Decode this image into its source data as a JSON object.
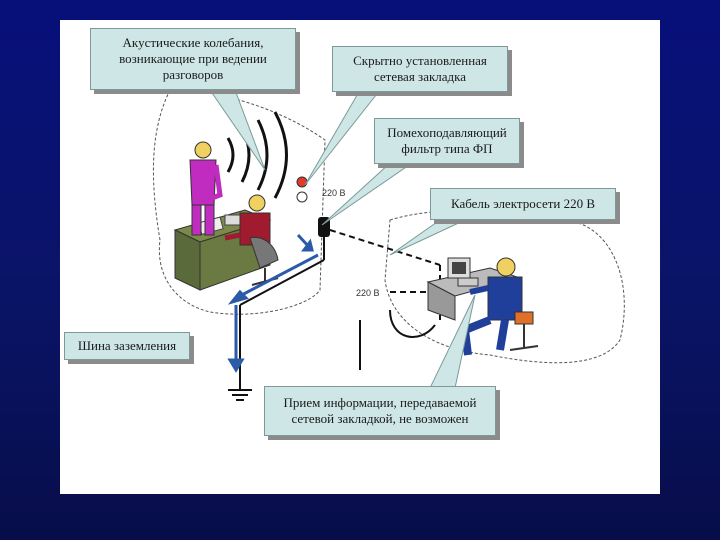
{
  "labels": {
    "acoustic": "Акустические колебания, возникающие при ведении разговоров",
    "hidden_bug": "Скрытно установленная сетевая закладка",
    "filter": "Помехоподавляющий фильтр типа ФП",
    "cable": "Кабель электросети 220 В",
    "ground_bus": "Шина заземления",
    "reception": "Прием информации, передаваемой сетевой закладкой, не возможен",
    "voltage_1": "220 В",
    "voltage_2": "220 В"
  },
  "colors": {
    "background": "#0a1466",
    "callout_fill": "#cfe6e6",
    "ground_arrow": "#2a5aa8",
    "person_left": "#c02cc0",
    "person_right": "#1f3f9a",
    "chair": "#a01b2d",
    "desk": "#5a6a3a"
  }
}
